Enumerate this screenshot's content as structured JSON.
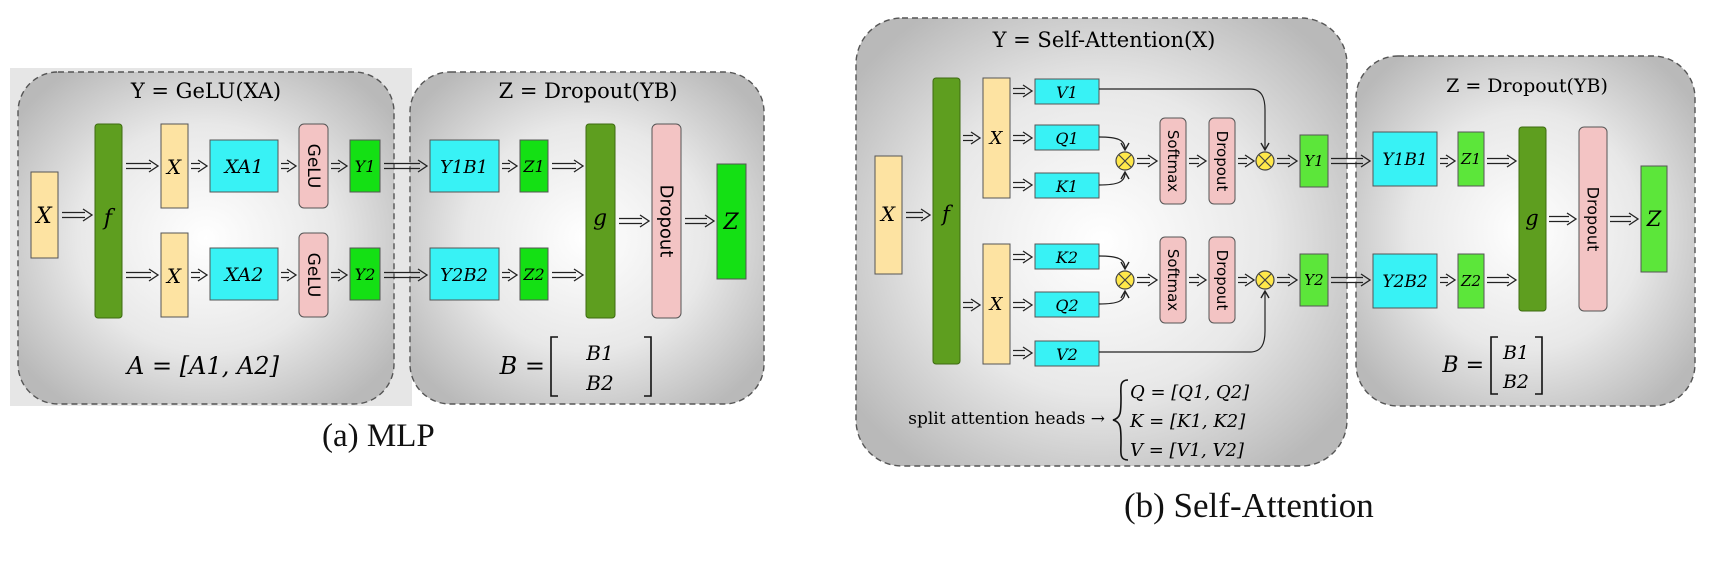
{
  "colors": {
    "yellow": "#fde3a2",
    "dark_green": "#5e9e1f",
    "cyan": "#38f2f5",
    "pink": "#f3c4c4",
    "green": "#14e014",
    "light_green": "#5ce63a",
    "circle_yellow": "#ffe84a",
    "panel_stroke": "#555555"
  },
  "mlp": {
    "left_title": "Y = GeLU(XA)",
    "right_title": "Z = Dropout(YB)",
    "x_input": "X",
    "f": "f",
    "x_top": "X",
    "x_bottom": "X",
    "xa1": "XA1",
    "xa2": "XA2",
    "gelu_top": "GeLU",
    "gelu_bottom": "GeLU",
    "y1": "Y1",
    "y2": "Y2",
    "y1b1": "Y1B1",
    "y2b2": "Y2B2",
    "z1": "Z1",
    "z2": "Z2",
    "g": "g",
    "dropout": "Dropout",
    "z_out": "Z",
    "a_formula": "A = [A1, A2]",
    "b_formula": "B =",
    "b1": "B1",
    "b2": "B2",
    "caption": "(a) MLP"
  },
  "attn": {
    "left_title": "Y = Self-Attention(X)",
    "right_title": "Z = Dropout(YB)",
    "x_input": "X",
    "f": "f",
    "x_top": "X",
    "x_bottom": "X",
    "v1": "V1",
    "q1": "Q1",
    "k1": "K1",
    "k2": "K2",
    "q2": "Q2",
    "v2": "V2",
    "softmax_top": "Softmax",
    "softmax_bottom": "Softmax",
    "dropout_top": "Dropout",
    "dropout_bottom": "Dropout",
    "y1": "Y1",
    "y2": "Y2",
    "y1b1": "Y1B1",
    "y2b2": "Y2B2",
    "z1": "Z1",
    "z2": "Z2",
    "g": "g",
    "dropout": "Dropout",
    "z_out": "Z",
    "split_label": "split attention heads →",
    "q_split": "Q = [Q1, Q2]",
    "k_split": "K = [K1, K2]",
    "v_split": "V = [V1, V2]",
    "b_formula": "B =",
    "b1": "B1",
    "b2": "B2",
    "caption": "(b) Self-Attention"
  }
}
